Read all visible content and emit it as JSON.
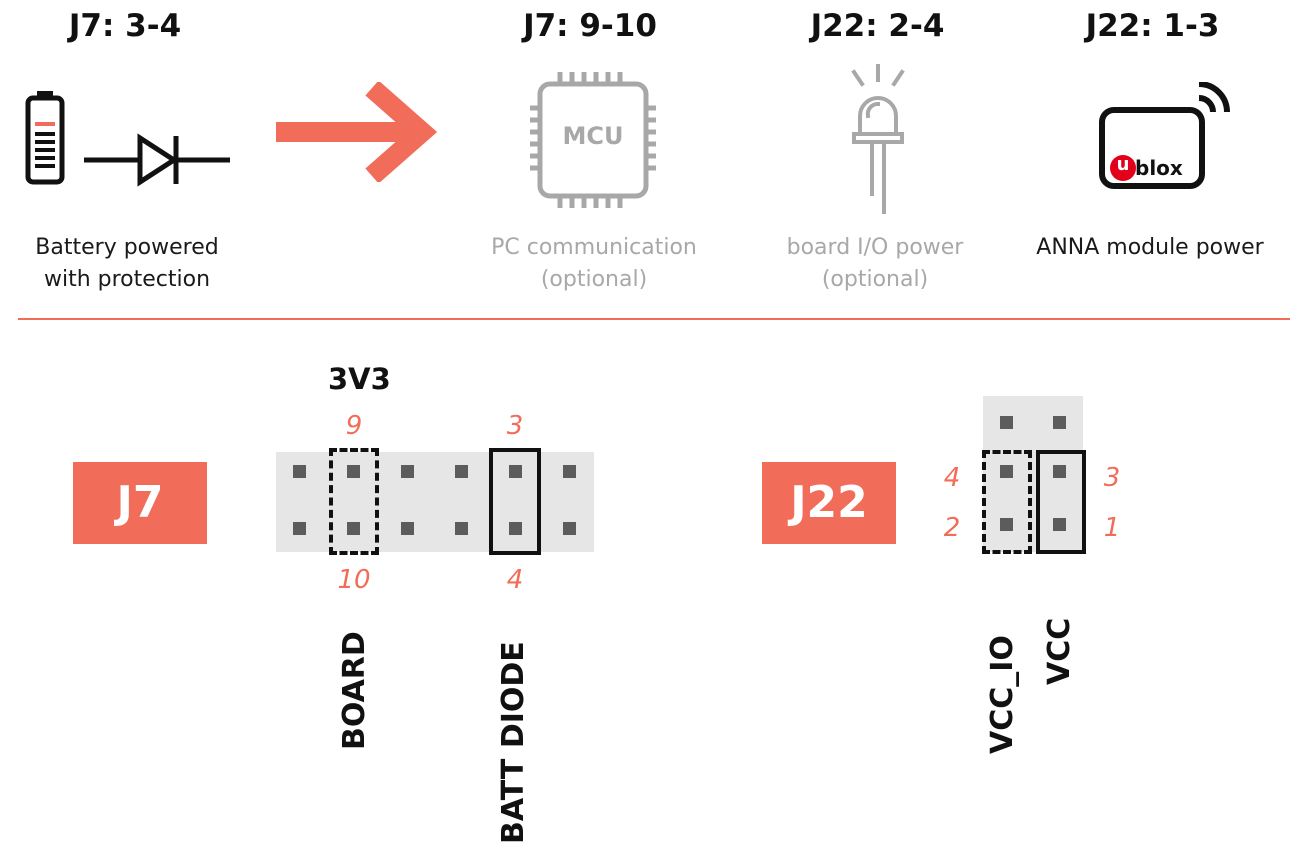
{
  "headers": {
    "j7_34": "J7: 3-4",
    "j7_910": "J7: 9-10",
    "j22_24": "J22: 2-4",
    "j22_13": "J22: 1-3"
  },
  "icons": {
    "mcu_label": "MCU",
    "ublox_text": "blox",
    "ublox_u": "u"
  },
  "captions": {
    "battery_line1": "Battery powered",
    "battery_line2": "with protection",
    "pc_line1": "PC communication",
    "pc_line2": "(optional)",
    "board_line1": "board I/O power",
    "board_line2": "(optional)",
    "anna": "ANNA module power"
  },
  "j7": {
    "label": "J7",
    "title": "3V3",
    "pin_top_left": "9",
    "pin_top_right": "3",
    "pin_bottom_left": "10",
    "pin_bottom_right": "4",
    "vlabel_board": "BOARD",
    "vlabel_batt": "BATT DIODE"
  },
  "j22": {
    "label": "J22",
    "pin_4": "4",
    "pin_2": "2",
    "pin_3": "3",
    "pin_1": "1",
    "vlabel_vccio": "VCC_IO",
    "vlabel_vcc": "VCC"
  },
  "colors": {
    "accent": "#f26c5a",
    "muted": "#a8a8a8",
    "dark": "#111111",
    "strip": "#e6e6e6",
    "pin": "#5c5c5c",
    "ublox_red": "#e2001a"
  }
}
